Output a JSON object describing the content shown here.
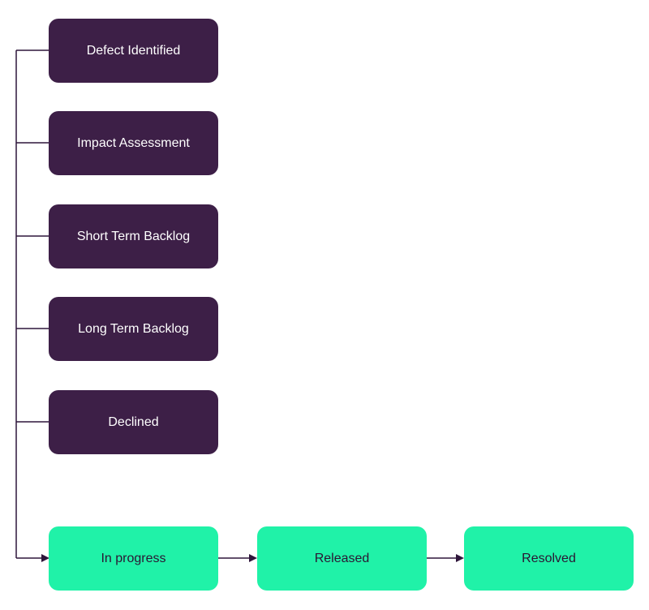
{
  "colors": {
    "purple_box": "#3d1f47",
    "green_box": "#20f2a8",
    "connector": "#2f163b",
    "background": "#ffffff"
  },
  "diagram": {
    "stages": [
      {
        "label": "Defect Identified"
      },
      {
        "label": "Impact Assessment"
      },
      {
        "label": "Short Term Backlog"
      },
      {
        "label": "Long Term Backlog"
      },
      {
        "label": "Declined"
      }
    ],
    "workflow": [
      {
        "label": "In progress"
      },
      {
        "label": "Released"
      },
      {
        "label": "Resolved"
      }
    ]
  }
}
